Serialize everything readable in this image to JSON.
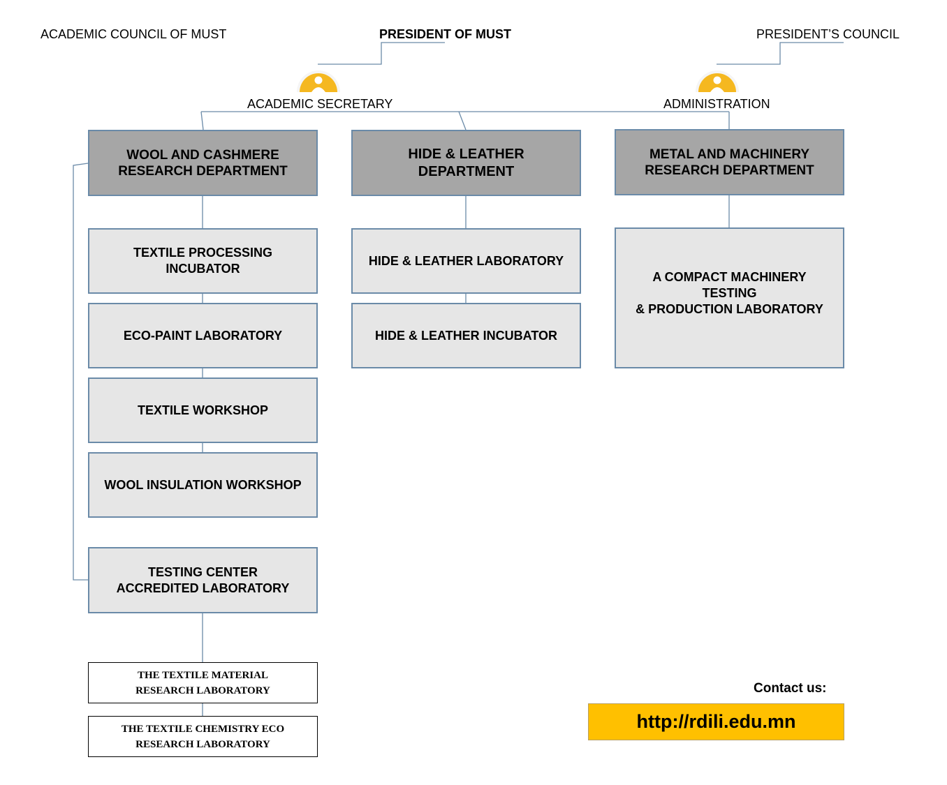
{
  "header": {
    "academic_council": "ACADEMIC COUNCIL OF MUST",
    "president": "PRESIDENT OF MUST",
    "presidents_council": "PRESIDENT’S COUNCIL",
    "academic_secretary": "ACADEMIC SECRETARY",
    "administration": "ADMINISTRATION"
  },
  "departments": {
    "wool": "WOOL AND CASHMERE\nRESEARCH DEPARTMENT",
    "hide": "HIDE & LEATHER\nDEPARTMENT",
    "metal": "METAL AND MACHINERY\nRESEARCH DEPARTMENT"
  },
  "units": {
    "textile_processing": "TEXTILE PROCESSING\nINCUBATOR",
    "eco_paint": "ECO-PAINT LABORATORY",
    "textile_workshop": "TEXTILE WORKSHOP",
    "wool_insulation": "WOOL INSULATION WORKSHOP",
    "testing_center": "TESTING CENTER\nACCREDITED LABORATORY",
    "hide_lab": "HIDE & LEATHER LABORATORY",
    "hide_incubator": "HIDE & LEATHER INCUBATOR",
    "compact_machinery": "A COMPACT MACHINERY\nTESTING\n& PRODUCTION LABORATORY",
    "textile_material": "THE TEXTILE MATERIAL\nRESEARCH LABORATORY",
    "textile_chemistry": "THE TEXTILE CHEMISTRY ECO\nRESEARCH LABORATORY"
  },
  "contact": {
    "label": "Contact us:",
    "url": "http://rdili.edu.mn"
  },
  "colors": {
    "connector": "#6a8aa8",
    "department_fill": "#a6a6a6",
    "unit_fill": "#e6e6e6",
    "accent": "#ffc000",
    "person_icon": "#f5b820"
  },
  "icons": {
    "person": "person-icon"
  }
}
